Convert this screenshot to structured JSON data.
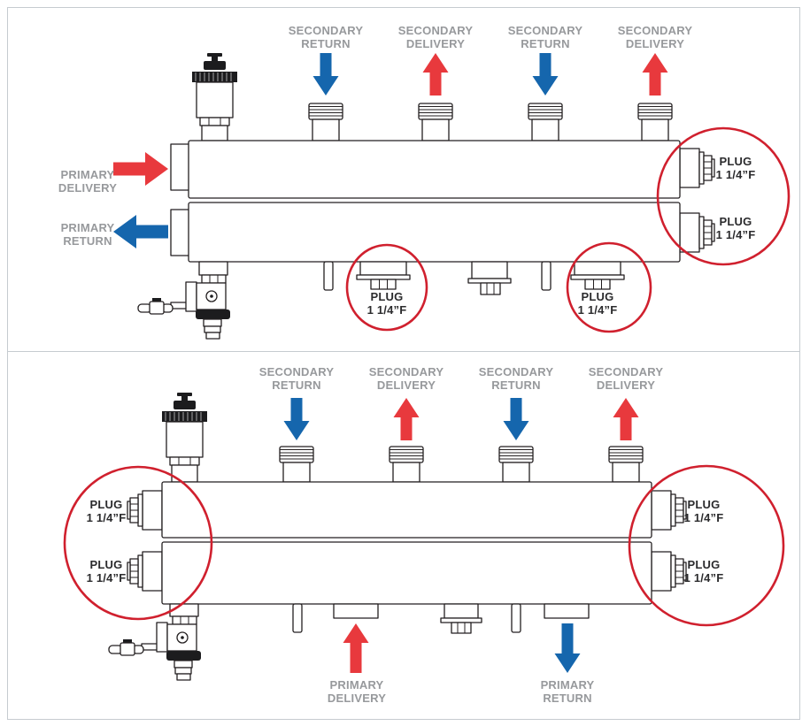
{
  "colors": {
    "arrow_red": "#e8393d",
    "arrow_blue": "#1566ad",
    "label_gray": "#97999c",
    "label_black": "#2b2b2d",
    "circle_red": "#d0202e",
    "line_black": "#231f20",
    "panel_border": "#c6cbd0"
  },
  "panels": [
    {
      "id": "configuration-1",
      "secondary_ports": [
        {
          "arrow": "down",
          "arrow_color": "blue",
          "lines": [
            "SECONDARY",
            "RETURN"
          ]
        },
        {
          "arrow": "up",
          "arrow_color": "red",
          "lines": [
            "SECONDARY",
            "DELIVERY"
          ]
        },
        {
          "arrow": "down",
          "arrow_color": "blue",
          "lines": [
            "SECONDARY",
            "RETURN"
          ]
        },
        {
          "arrow": "up",
          "arrow_color": "red",
          "lines": [
            "SECONDARY",
            "DELIVERY"
          ]
        }
      ],
      "primary_ports": [
        {
          "arrow": "right",
          "arrow_color": "red",
          "side": "left",
          "lines": [
            "PRIMARY",
            "DELIVERY"
          ]
        },
        {
          "arrow": "left",
          "arrow_color": "blue",
          "side": "left",
          "lines": [
            "PRIMARY",
            "RETURN"
          ]
        }
      ],
      "plugs": [
        {
          "location": "right-top",
          "lines": [
            "PLUG",
            "1 1/4”F"
          ]
        },
        {
          "location": "right-bottom",
          "lines": [
            "PLUG",
            "1 1/4”F"
          ]
        },
        {
          "location": "bottom-left",
          "lines": [
            "PLUG",
            "1 1/4”F"
          ]
        },
        {
          "location": "bottom-right",
          "lines": [
            "PLUG",
            "1 1/4”F"
          ]
        }
      ]
    },
    {
      "id": "configuration-2",
      "secondary_ports": [
        {
          "arrow": "down",
          "arrow_color": "blue",
          "lines": [
            "SECONDARY",
            "RETURN"
          ]
        },
        {
          "arrow": "up",
          "arrow_color": "red",
          "lines": [
            "SECONDARY",
            "DELIVERY"
          ]
        },
        {
          "arrow": "down",
          "arrow_color": "blue",
          "lines": [
            "SECONDARY",
            "RETURN"
          ]
        },
        {
          "arrow": "up",
          "arrow_color": "red",
          "lines": [
            "SECONDARY",
            "DELIVERY"
          ]
        }
      ],
      "primary_ports": [
        {
          "arrow": "up",
          "arrow_color": "red",
          "side": "bottom",
          "lines": [
            "PRIMARY",
            "DELIVERY"
          ]
        },
        {
          "arrow": "down",
          "arrow_color": "blue",
          "side": "bottom",
          "lines": [
            "PRIMARY",
            "RETURN"
          ]
        }
      ],
      "plugs": [
        {
          "location": "left-top",
          "lines": [
            "PLUG",
            "1 1/4”F"
          ]
        },
        {
          "location": "left-bottom",
          "lines": [
            "PLUG",
            "1 1/4”F"
          ]
        },
        {
          "location": "right-top",
          "lines": [
            "PLUG",
            "1 1/4”F"
          ]
        },
        {
          "location": "right-bottom",
          "lines": [
            "PLUG",
            "1 1/4”F"
          ]
        }
      ]
    }
  ]
}
